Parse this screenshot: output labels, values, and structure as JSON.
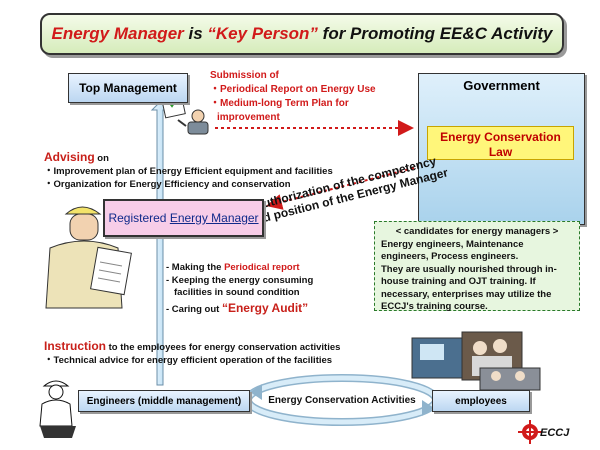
{
  "title": {
    "part1": "Energy Manager",
    "part2": " is ",
    "part3": "“Key Person”",
    "part4": " for Promoting EE&C Activity"
  },
  "top_management": "Top Management",
  "government": {
    "title": "Government",
    "law": "Energy Conservation Law"
  },
  "submission": {
    "heading": "Submission of",
    "items": [
      "・Periodical Report on Energy Use",
      "・Medium-long Term Plan for",
      "improvement"
    ]
  },
  "advising": {
    "word": "Advising",
    "suffix": " on",
    "items": [
      "・Improvement plan of Energy Efficient equipment and facilities",
      "・Organization for Energy Efficiency and conservation"
    ]
  },
  "authorization": {
    "line1": "Authorization of the competency",
    "line2": "and position of the Energy Manager"
  },
  "registered": {
    "prefix": "Registered ",
    "name": "Energy Manager"
  },
  "candidates": {
    "heading": "< candidates for energy managers >",
    "body": [
      "Energy engineers, Maintenance",
      "engineers, Process engineers.",
      "They are usually nourished through in-",
      "house training and OJT training. If",
      "necessary, enterprises may utilize the",
      "ECCJ's training course."
    ]
  },
  "duties": {
    "making_prefix": "- Making the ",
    "making_red": "Periodical report",
    "keeping1": "- Keeping the energy consuming",
    "keeping2": "facilities in sound condition",
    "caring_prefix": "- Caring out ",
    "caring_red": "“Energy Audit”"
  },
  "instruction": {
    "word": "Instruction",
    "rest": " to the employees for energy conservation activities",
    "line2": "・Technical advice for energy efficient operation of the facilities"
  },
  "engineers": "Engineers (middle management)",
  "employees": "employees",
  "activities": "Energy Conservation Activities",
  "logo": "ECCJ",
  "colors": {
    "accent_red": "#d11a1a",
    "box_blue": "#bcd7f1",
    "pink": "#f7cde8",
    "law_yellow": "#fff67a",
    "green_bg": "#e7f6df"
  }
}
